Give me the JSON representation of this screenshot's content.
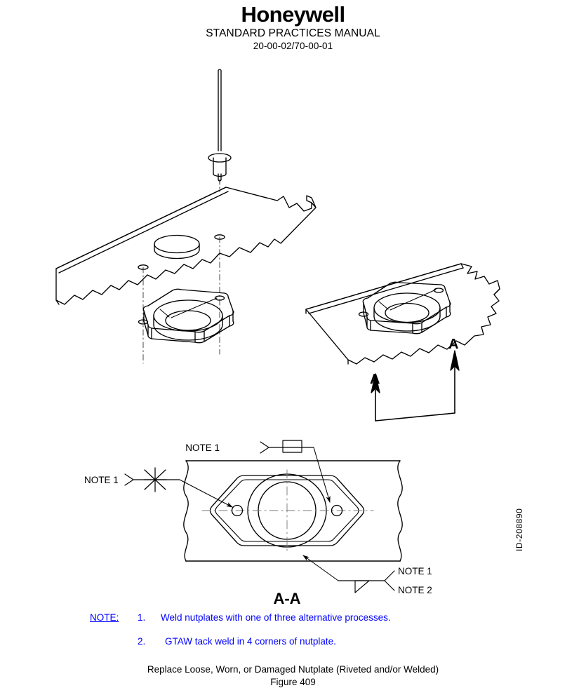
{
  "document": {
    "brand": "Honeywell",
    "manual_title": "STANDARD PRACTICES MANUAL",
    "manual_number": "20-00-02/70-00-01",
    "figure_caption": "Replace Loose, Worn, or Damaged Nutplate (Riveted and/or Welded)",
    "figure_number": "Figure 409",
    "illustration_id": "ID-208890"
  },
  "notes": {
    "keyword": "NOTE:",
    "items": [
      {
        "number": "1.",
        "text": "Weld nutplates with one of three alternative processes."
      },
      {
        "number": "2.",
        "text": "GTAW tack weld in 4 corners of nutplate."
      }
    ],
    "color": "#0000FF"
  },
  "section_view": {
    "label": "A-A",
    "cut_marker_left": "A",
    "cut_marker_right": "A",
    "callouts": {
      "top": "NOTE 1",
      "left": "NOTE 1",
      "bottom_right_1": "NOTE 1",
      "bottom_right_2": "NOTE 2"
    }
  },
  "colors": {
    "line": "#000000",
    "note_blue": "#0000FF",
    "paper": "#FFFFFF"
  }
}
